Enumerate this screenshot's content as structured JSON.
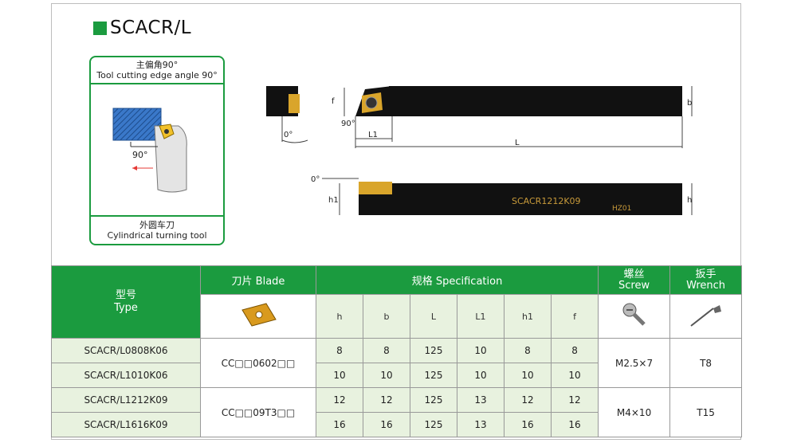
{
  "title": "SCACR/L",
  "panel": {
    "top_zh": "主偏角90°",
    "top_en": "Tool cutting edge angle 90°",
    "angle_label": "90°",
    "bottom_zh": "外圆车刀",
    "bottom_en": "Cylindrical turning tool"
  },
  "drawing": {
    "end_angle": "0°",
    "corner_angle": "90°",
    "dim_f": "f",
    "dim_b": "b",
    "dim_L1": "L1",
    "dim_L": "L",
    "side_angle": "0°",
    "dim_h1": "h1",
    "dim_h": "h",
    "shank_mark": "SCACR1212K09",
    "brand_mark": "HZ01"
  },
  "table": {
    "type_zh": "型号",
    "type_en": "Type",
    "blade_header": "刀片 Blade",
    "spec_header": "规格 Specification",
    "screw_zh": "螺丝",
    "screw_en": "Screw",
    "wrench_zh": "扳手",
    "wrench_en": "Wrench",
    "spec_cols": [
      "h",
      "b",
      "L",
      "L1",
      "h1",
      "f"
    ],
    "rows": [
      {
        "type": "SCACR/L0808K06",
        "vals": [
          "8",
          "8",
          "125",
          "10",
          "8",
          "8"
        ]
      },
      {
        "type": "SCACR/L1010K06",
        "vals": [
          "10",
          "10",
          "125",
          "10",
          "10",
          "10"
        ]
      },
      {
        "type": "SCACR/L1212K09",
        "vals": [
          "12",
          "12",
          "125",
          "13",
          "12",
          "12"
        ]
      },
      {
        "type": "SCACR/L1616K09",
        "vals": [
          "16",
          "16",
          "125",
          "13",
          "16",
          "16"
        ]
      }
    ],
    "groups": [
      {
        "blade": "CC□□0602□□",
        "screw": "M2.5×7",
        "wrench": "T8"
      },
      {
        "blade": "CC□□09T3□□",
        "screw": "M4×10",
        "wrench": "T15"
      }
    ]
  }
}
